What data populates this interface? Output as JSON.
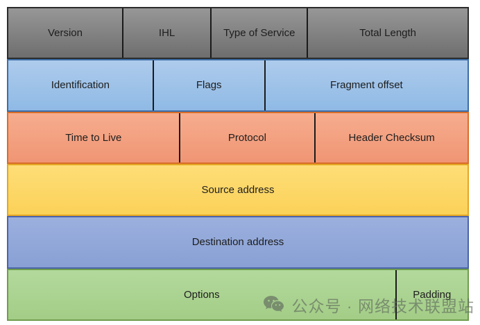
{
  "diagram": {
    "name": "ipv4-header-fields",
    "divider_color": "#1a1a1a",
    "text_color": "#1d1d1d",
    "rows": [
      {
        "name": "word-1",
        "fill_top": "#979797",
        "fill_bottom": "#6e6e6e",
        "border": "#2b2b2b",
        "cells": [
          {
            "label": "Version",
            "width_pct": 24.77
          },
          {
            "label": "IHL",
            "width_pct": 19.22
          },
          {
            "label": "Type of Service",
            "width_pct": 21.02
          },
          {
            "label": "Total Length",
            "width_pct": 34.99
          }
        ]
      },
      {
        "name": "word-2",
        "fill_top": "#aecbec",
        "fill_bottom": "#8fbae5",
        "border": "#3c6da6",
        "cells": [
          {
            "label": "Identification",
            "width_pct": 31.38
          },
          {
            "label": "Flags",
            "width_pct": 24.32
          },
          {
            "label": "Fragment offset",
            "width_pct": 44.3
          }
        ]
      },
      {
        "name": "word-3",
        "fill_top": "#f6ad8e",
        "fill_bottom": "#f09574",
        "border": "#d96d28",
        "cells": [
          {
            "label": "Time to Live",
            "width_pct": 37.09
          },
          {
            "label": "Protocol",
            "width_pct": 29.58
          },
          {
            "label": "Header Checksum",
            "width_pct": 33.33
          }
        ]
      },
      {
        "name": "word-4",
        "fill_top": "#fede78",
        "fill_bottom": "#fbd158",
        "border": "#e4a623",
        "cells": [
          {
            "label": "Source address",
            "width_pct": 100
          }
        ]
      },
      {
        "name": "word-5",
        "fill_top": "#9cb0de",
        "fill_bottom": "#88a0d4",
        "border": "#4a63a9",
        "cells": [
          {
            "label": "Destination address",
            "width_pct": 100
          }
        ]
      },
      {
        "name": "word-6",
        "fill_top": "#b3d99c",
        "fill_bottom": "#a3cd87",
        "border": "#6f9d4d",
        "cells": [
          {
            "label": "Options",
            "width_pct": 84.23
          },
          {
            "label": "Padding",
            "width_pct": 15.77
          }
        ]
      }
    ]
  },
  "watermark": {
    "icon": "wechat-icon",
    "text": "公众号 · 网络技术联盟站"
  }
}
